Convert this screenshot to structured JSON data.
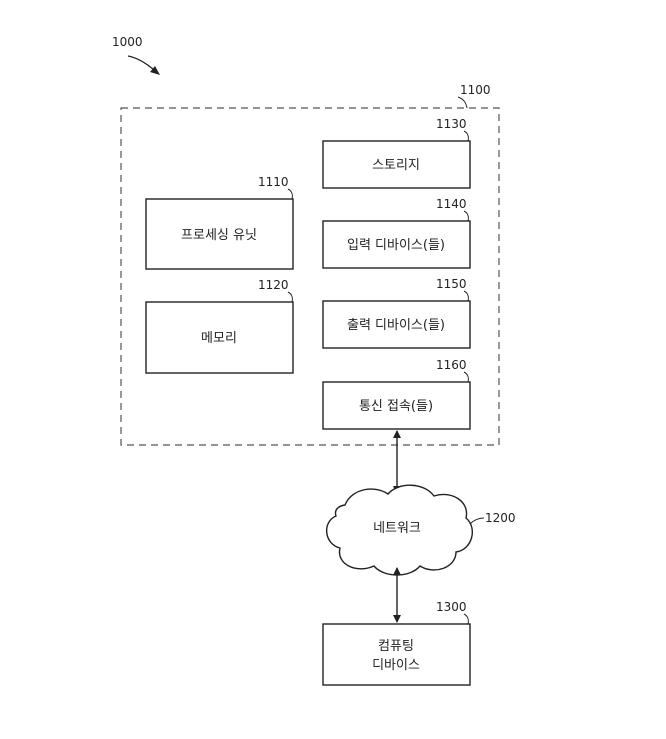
{
  "figure": {
    "ref": "1000",
    "system": {
      "ref": "1100",
      "processing_unit": {
        "ref": "1110",
        "label": "프로세싱 유닛"
      },
      "memory": {
        "ref": "1120",
        "label": "메모리"
      },
      "storage": {
        "ref": "1130",
        "label": "스토리지"
      },
      "input_devices": {
        "ref": "1140",
        "label": "입력 디바이스(들)"
      },
      "output_devices": {
        "ref": "1150",
        "label": "출력 디바이스(들)"
      },
      "comm_connections": {
        "ref": "1160",
        "label": "통신 접속(들)"
      }
    },
    "network": {
      "ref": "1200",
      "label": "네트워크"
    },
    "computing_device": {
      "ref": "1300",
      "label_line1": "컴퓨팅",
      "label_line2": "디바이스"
    }
  }
}
